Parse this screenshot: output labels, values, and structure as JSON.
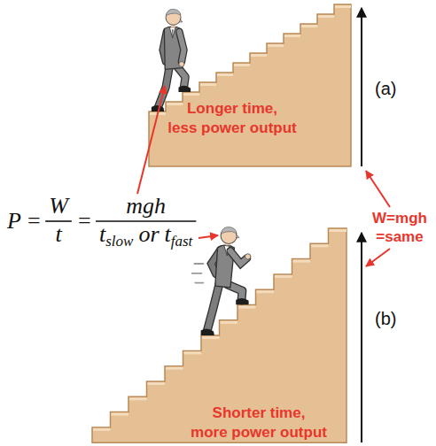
{
  "diagram": {
    "nodes": [
      {
        "text": [
          "Longer time, less power output"
        ]
      },
      {
        "text": [
          "Shorter time, more power output"
        ]
      }
    ],
    "labels": [
      "(a)",
      "(b)",
      "P",
      "=",
      "W",
      "t",
      "=",
      "mgh",
      "t",
      "slow",
      "or",
      "t",
      "fast",
      "W=mgh =same"
    ]
  }
}
